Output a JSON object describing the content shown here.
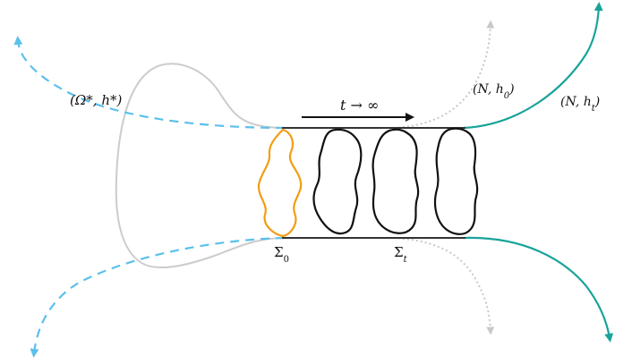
{
  "labels": {
    "omega_star": "(Ω*, h*)",
    "n_h0_prefix": "(N, h",
    "n_h0_sub": "0",
    "n_h0_suffix": ")",
    "n_ht_prefix": "(N, h",
    "n_ht_sub": "t",
    "n_ht_suffix": ")",
    "t_limit": "t → ∞",
    "sigma0_main": "Σ",
    "sigma0_sub": "0",
    "sigmat_main": "Σ",
    "sigmat_sub": "t"
  },
  "colors": {
    "dashed_blue": "#5bc0eb",
    "gray_outline": "#cccccc",
    "dotted_gray": "#c8c8c8",
    "teal": "#18a39a",
    "orange": "#f39c12",
    "black": "#111111"
  }
}
